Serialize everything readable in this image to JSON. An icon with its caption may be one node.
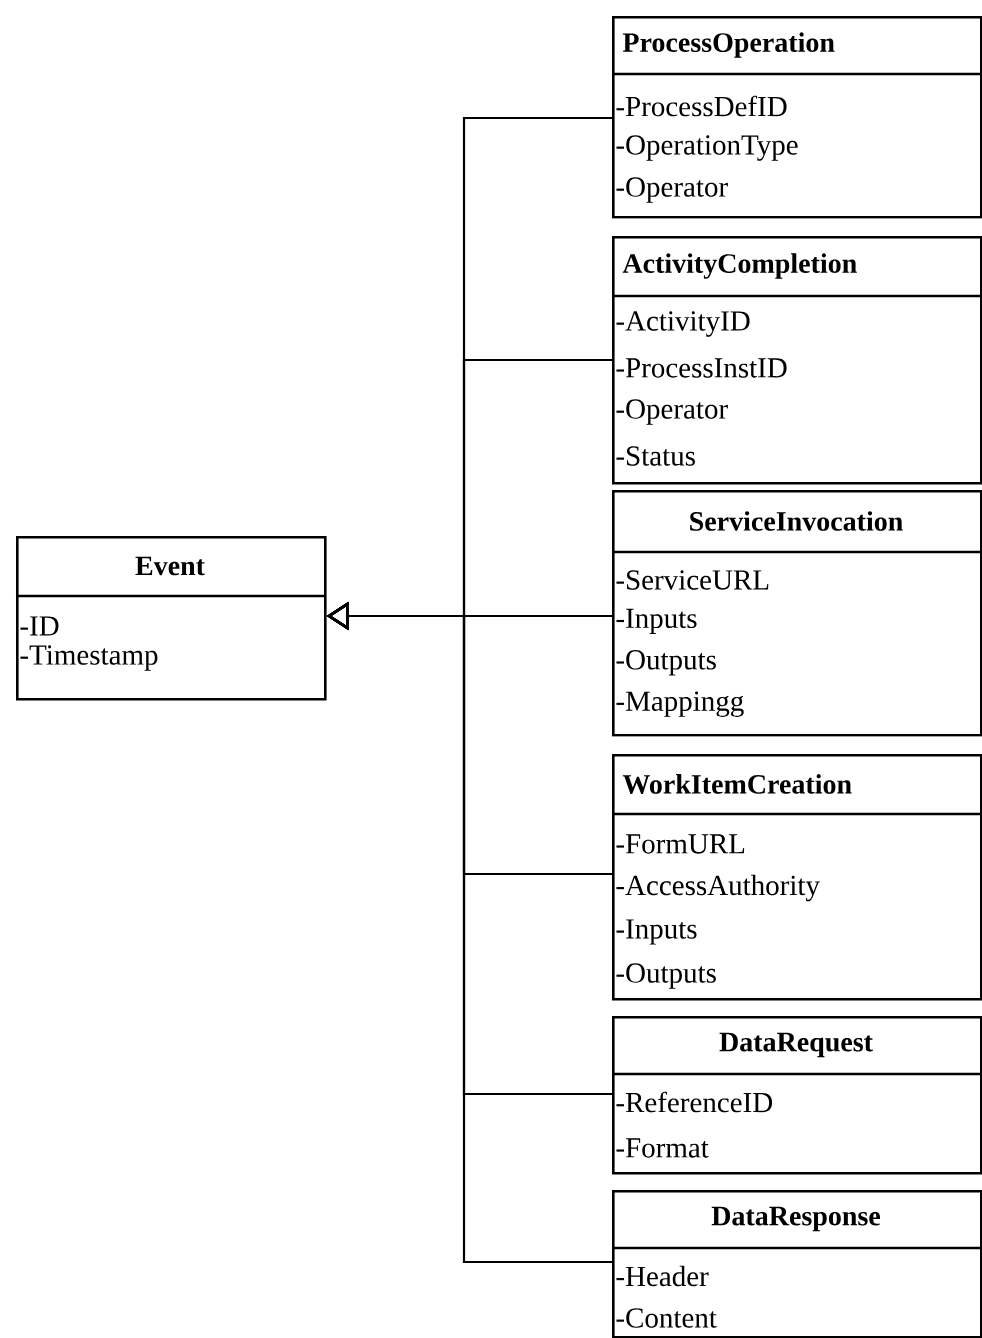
{
  "diagram": {
    "nodes": [
      {
        "text": [
          "Event",
          "-ID",
          "-Timestamp"
        ]
      },
      {
        "text": [
          "ProcessOperation",
          "-ProcessDefID",
          "-OperationType",
          "-Operator"
        ]
      },
      {
        "text": [
          "ActivityCompletion",
          "-ActivityID",
          "-ProcessInstID",
          "-Operator",
          "-Status"
        ]
      },
      {
        "text": [
          "ServiceInvocation",
          "-ServiceURL",
          "-Inputs",
          "-Outputs",
          "-Mappingg"
        ]
      },
      {
        "text": [
          "WorkItemCreation",
          "-FormURL",
          "-AccessAuthority",
          "-Inputs",
          "-Outputs"
        ]
      },
      {
        "text": [
          "DataRequest",
          "-ReferenceID",
          "-Format"
        ]
      },
      {
        "text": [
          "DataResponse",
          "-Header",
          "-Content"
        ]
      }
    ],
    "edges": [
      {
        "from": 1,
        "to": 0,
        "arrow": "to"
      },
      {
        "from": 2,
        "to": 0,
        "arrow": "to"
      },
      {
        "from": 3,
        "to": 0,
        "arrow": "to"
      },
      {
        "from": 4,
        "to": 0,
        "arrow": "to"
      },
      {
        "from": 5,
        "to": 0,
        "arrow": "to"
      },
      {
        "from": 6,
        "to": 0,
        "arrow": "to"
      }
    ]
  }
}
